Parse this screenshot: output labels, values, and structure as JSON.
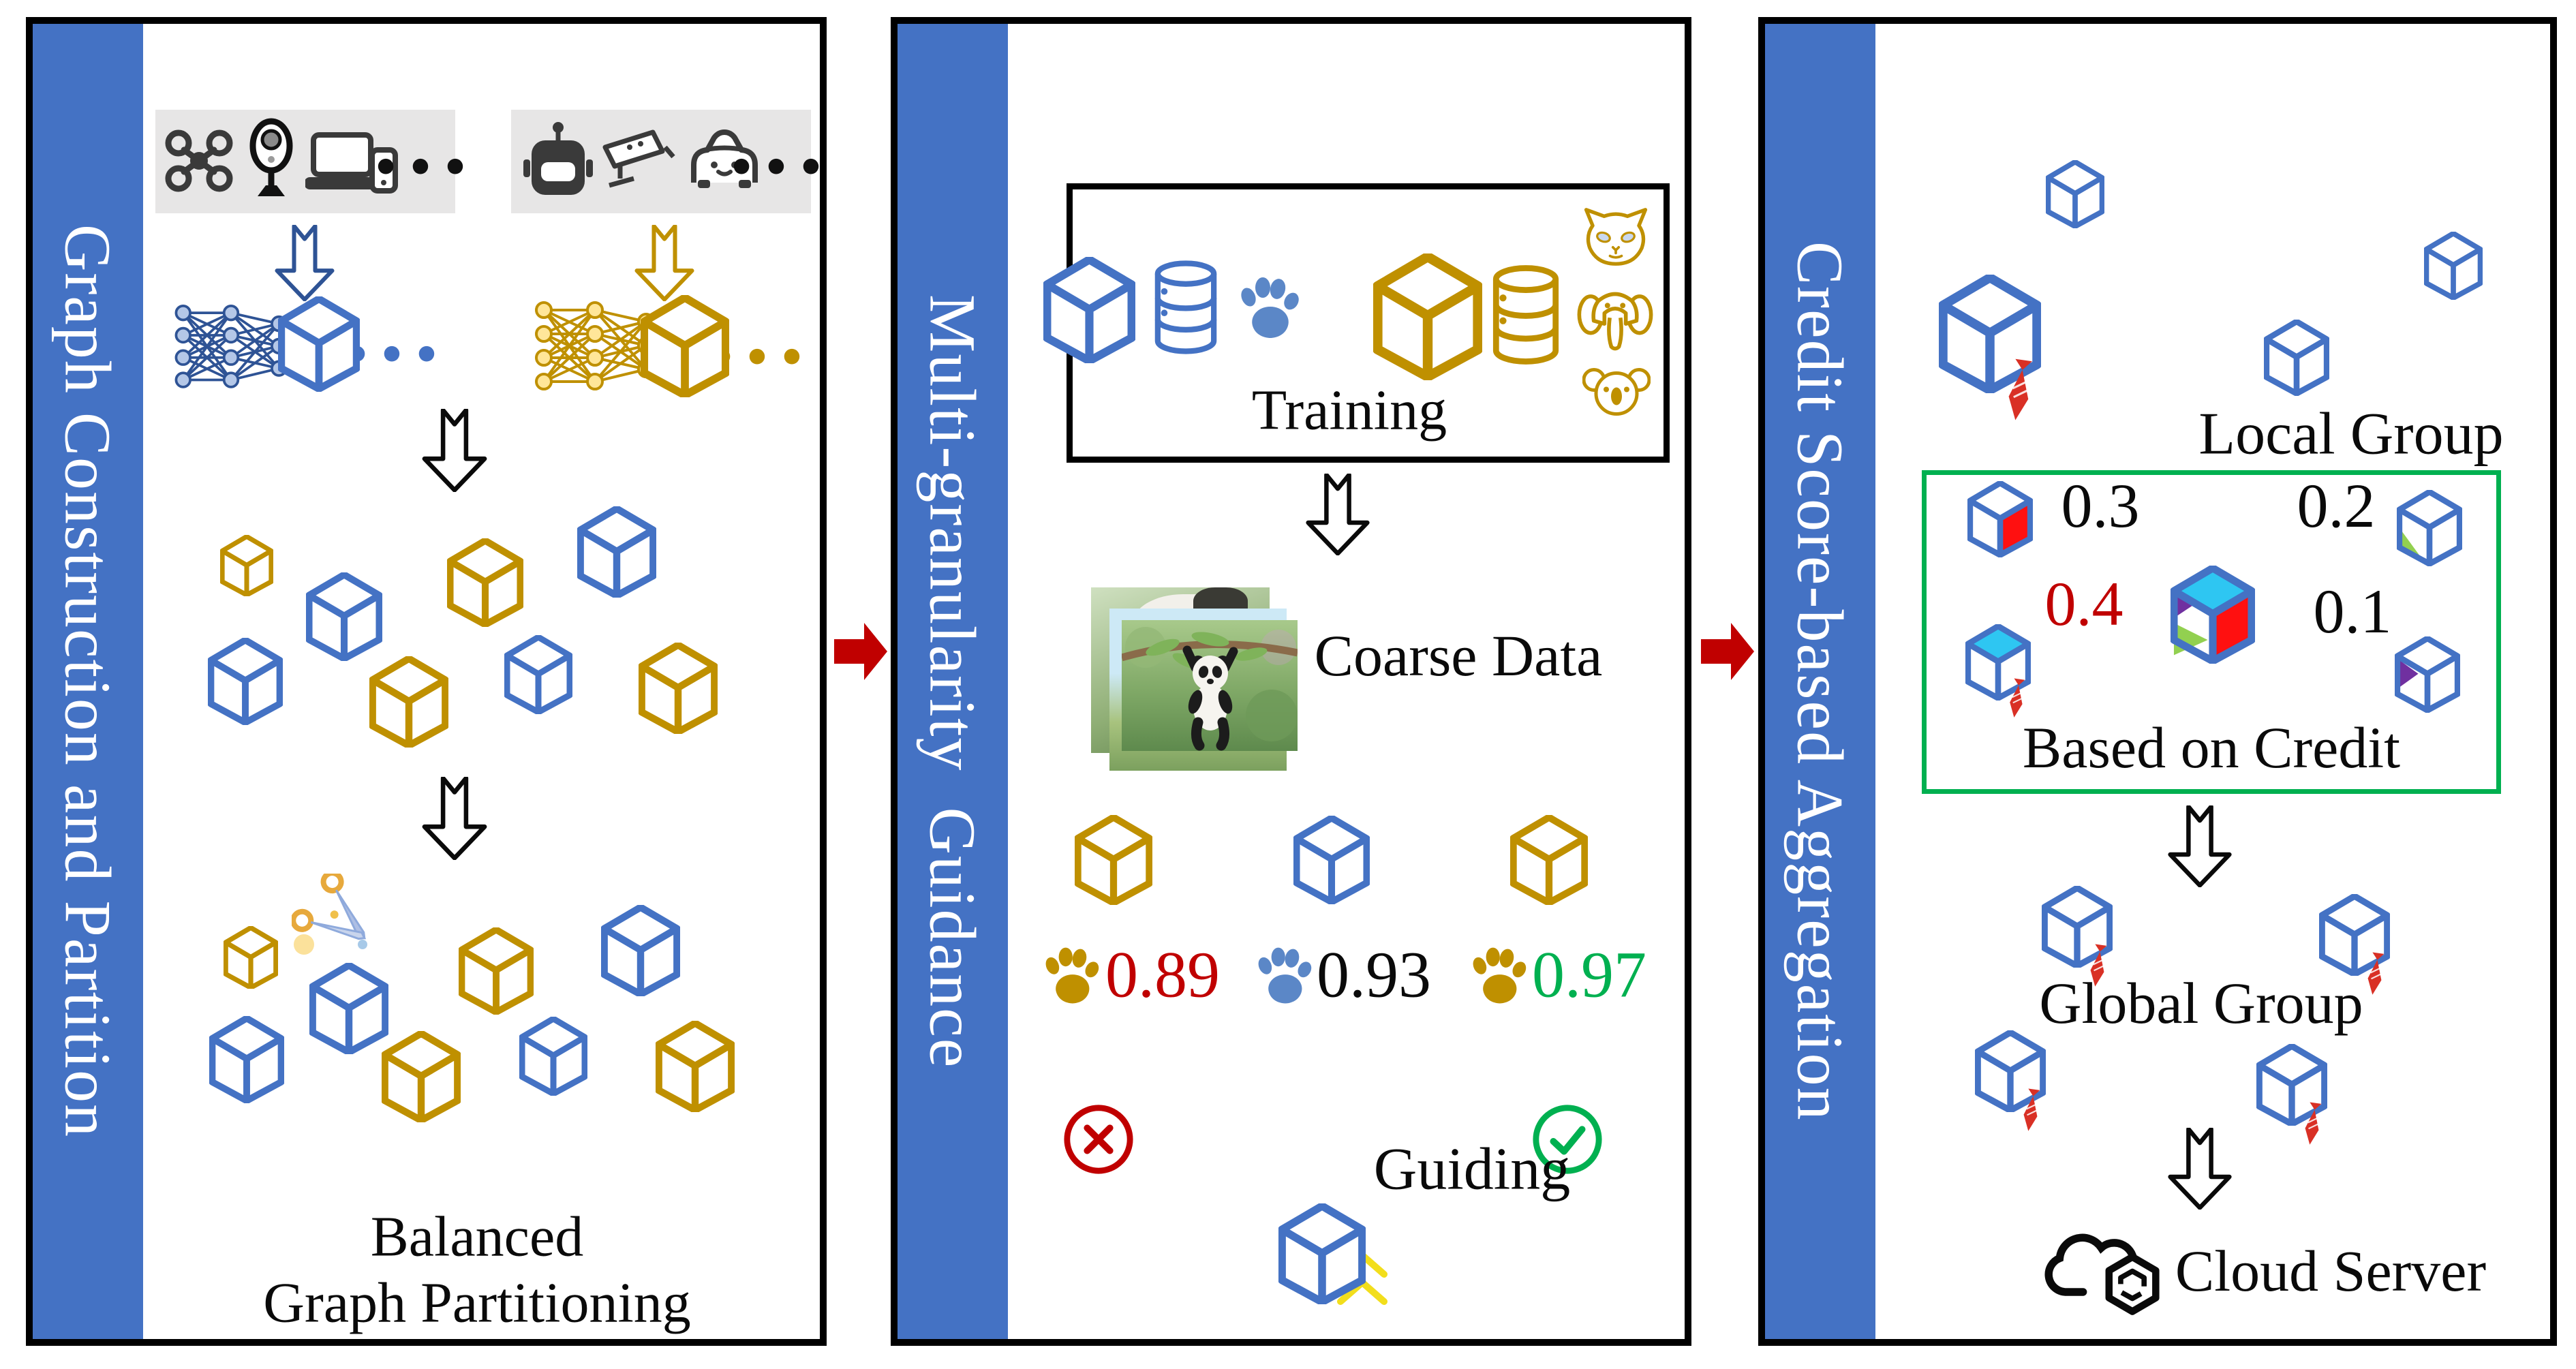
{
  "figure": {
    "panels": {
      "left": {
        "title": "Graph Construction and Partition",
        "caption_line1": "Balanced",
        "caption_line2": "Graph Partitioning",
        "device_group1_icons": [
          "drone-icon",
          "webcam-icon",
          "laptop-phone-icon"
        ],
        "device_group1_ellipsis": "•••",
        "device_group2_icons": [
          "robot-icon",
          "cctv-camera-icon",
          "car-icon"
        ],
        "device_group2_ellipsis": "•••",
        "model_row_blue_ellipsis": "•••",
        "model_row_gold_ellipsis": "•••"
      },
      "middle": {
        "title": "Multi-granularity  Guidance",
        "training_label": "Training",
        "coarse_data_label": "Coarse Data",
        "guiding_label": "Guiding",
        "scores": {
          "s1": {
            "value": "0.89",
            "status": "rejected",
            "color": "#C00000"
          },
          "s2": {
            "value": "0.93",
            "status": "neutral",
            "color": "#0a0a0a"
          },
          "s3": {
            "value": "0.97",
            "status": "accepted",
            "color": "#00B050"
          }
        }
      },
      "right": {
        "title": "Credit Score-based Aggregation",
        "local_group_label": "Local Group",
        "based_on_credit_label": "Based on Credit",
        "global_group_label": "Global Group",
        "cloud_server_label": "Cloud Server",
        "weights": {
          "w1": {
            "value": "0.3",
            "color": "#0a0a0a"
          },
          "w2": {
            "value": "0.2",
            "color": "#0a0a0a"
          },
          "w3": {
            "value": "0.4",
            "color": "#C00000"
          },
          "w4": {
            "value": "0.1",
            "color": "#0a0a0a"
          }
        }
      }
    },
    "colors": {
      "sidebar": "#4472C4",
      "blue": "#4472C4",
      "blue_dark": "#2E5395",
      "gold": "#BF9000",
      "red": "#C00000",
      "green": "#00B050",
      "cyan": "#29ABE2",
      "face_red": "#FF1010",
      "face_cyan": "#2EC6F2",
      "face_purple": "#7030A0",
      "face_green": "#92D050",
      "tie_red": "#D93025"
    }
  }
}
